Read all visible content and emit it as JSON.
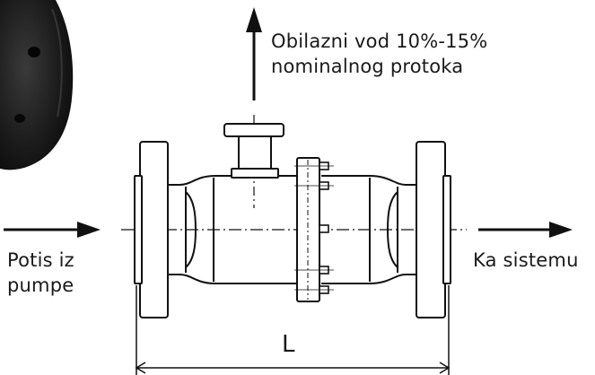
{
  "labels": {
    "bypass_line1": "Obilazni vod 10%-15%",
    "bypass_line2": "nominalnog protoka",
    "inlet_line1": "Potis iz",
    "inlet_line2": "pumpe",
    "outlet": "Ka sistemu",
    "length": "L"
  },
  "colors": {
    "line": "#111111",
    "photo_dark": "#1e1e1e"
  }
}
